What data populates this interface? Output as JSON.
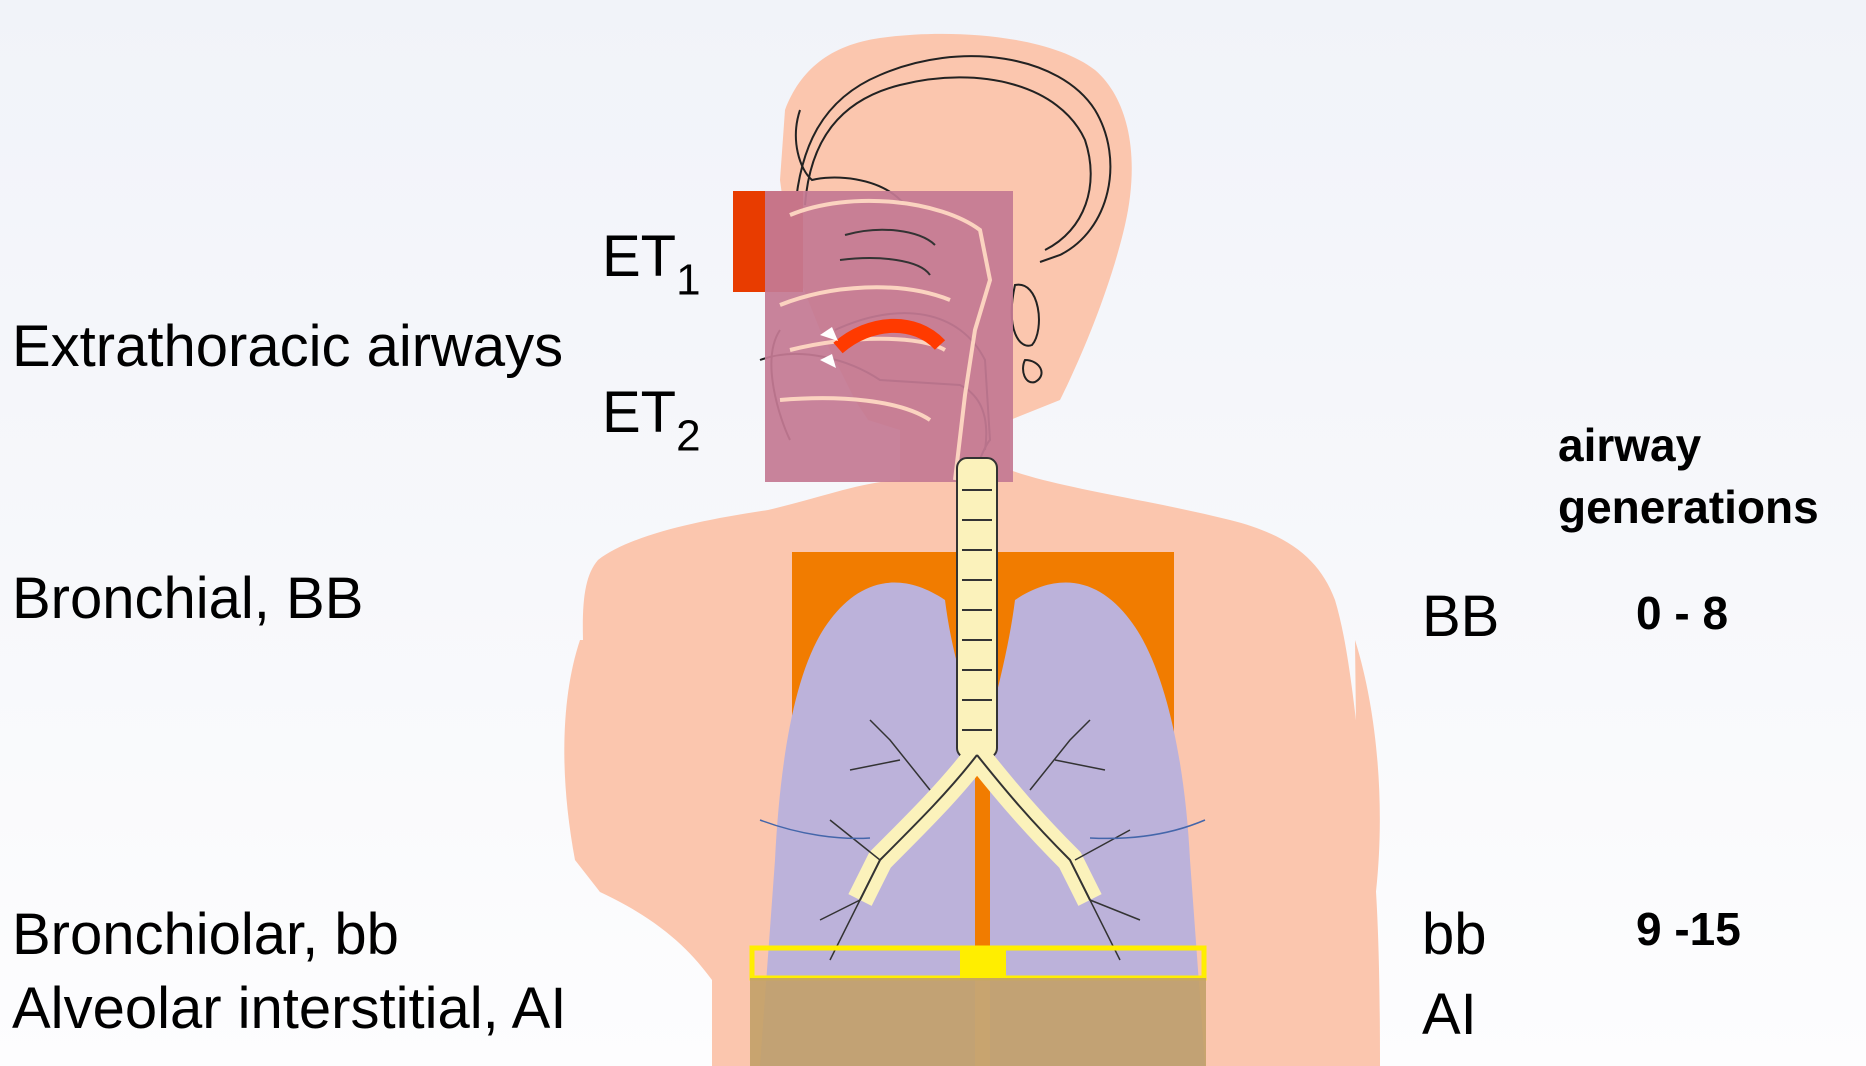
{
  "labels": {
    "left": {
      "extrathoracic": "Extrathoracic airways",
      "bronchial": "Bronchial, BB",
      "bronchiolar": "Bronchiolar, bb",
      "alveolar": "Alveolar interstitial, AI"
    },
    "et1": {
      "main": "ET",
      "sub": "1"
    },
    "et2": {
      "main": "ET",
      "sub": "2"
    },
    "right": {
      "bb_upper": "BB",
      "bb_lower": "bb",
      "ai": "AI"
    },
    "generations": {
      "heading_line1": "airway",
      "heading_line2": "generations",
      "bronchial_range": "0 - 8",
      "bronchiolar_range": "9 -15"
    }
  },
  "colors": {
    "body": "#fbc6ae",
    "et1_region": "#e83c00",
    "et2_region": "#c47a93",
    "bronchial_region": "#f17c00",
    "bronchiolar_region": "#ffee00",
    "alveolar_region": "#c2a068",
    "lungs": "#bcb2da",
    "trachea": "#fbf2bb"
  }
}
